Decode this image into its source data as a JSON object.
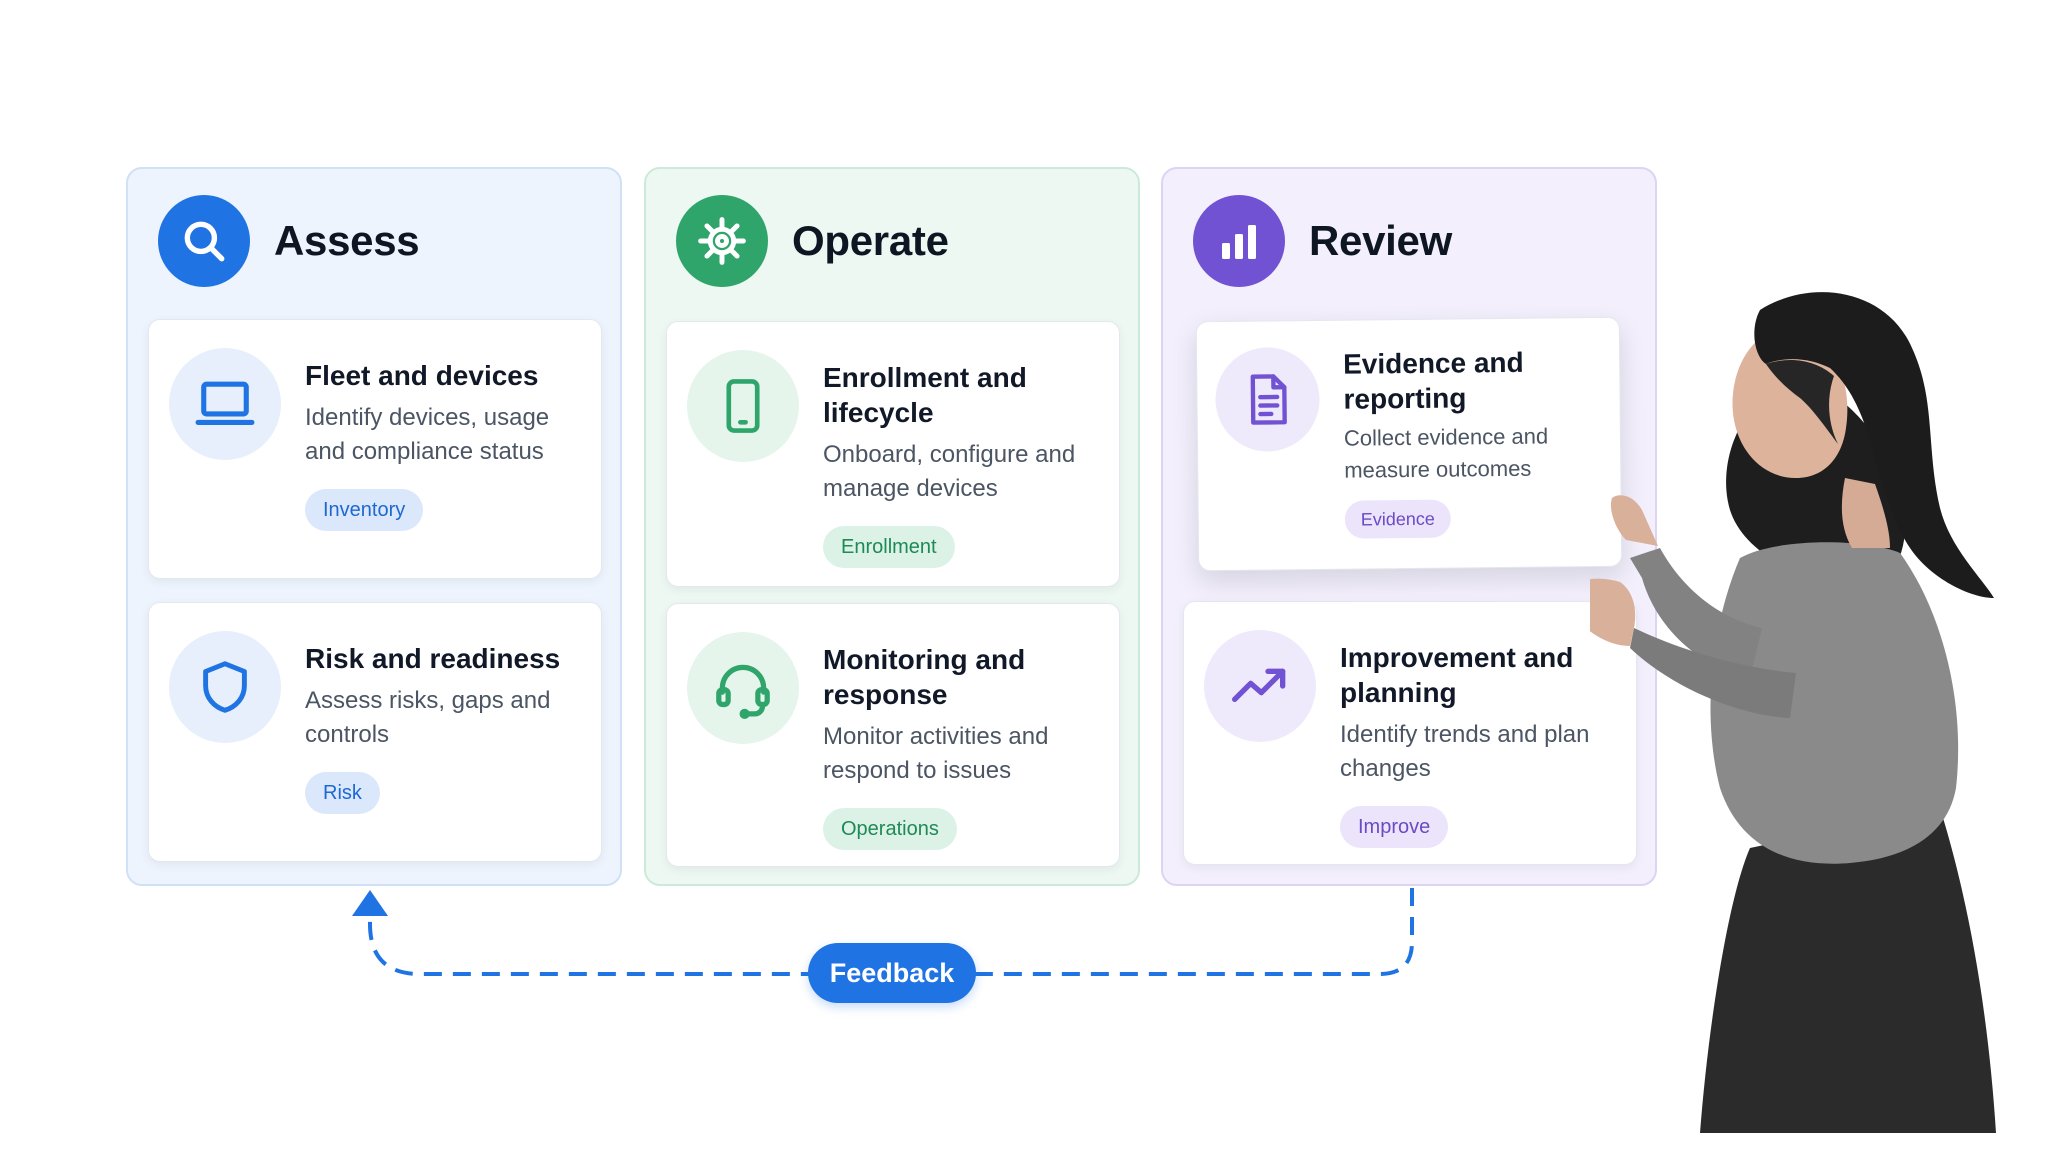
{
  "colors": {
    "assess": "#1f73e2",
    "operate": "#2fa56b",
    "review": "#7152d2",
    "feedback": "#1f73e2"
  },
  "columns": [
    {
      "title": "Assess",
      "icon": "search-icon",
      "cards": [
        {
          "title": "Fleet and devices",
          "description": "Identify devices, usage and compliance status",
          "tag": "Inventory",
          "icon": "laptop-icon"
        },
        {
          "title": "Risk and readiness",
          "description": "Assess risks, gaps and controls",
          "tag": "Risk",
          "icon": "shield-icon"
        }
      ]
    },
    {
      "title": "Operate",
      "icon": "gear-icon",
      "cards": [
        {
          "title": "Enrollment and lifecycle",
          "description": "Onboard, configure and manage devices",
          "tag": "Enrollment",
          "icon": "mobile-device-icon"
        },
        {
          "title": "Monitoring and response",
          "description": "Monitor activities and respond to issues",
          "tag": "Operations",
          "icon": "headset-icon"
        }
      ]
    },
    {
      "title": "Review",
      "icon": "bar-chart-icon",
      "cards": [
        {
          "title": "Evidence and reporting",
          "description": "Collect evidence and measure outcomes",
          "tag": "Evidence",
          "icon": "document-icon"
        },
        {
          "title": "Improvement and planning",
          "description": "Identify trends and plan changes",
          "tag": "Improve",
          "icon": "trend-up-icon"
        }
      ]
    }
  ],
  "feedback": {
    "label": "Feedback"
  }
}
